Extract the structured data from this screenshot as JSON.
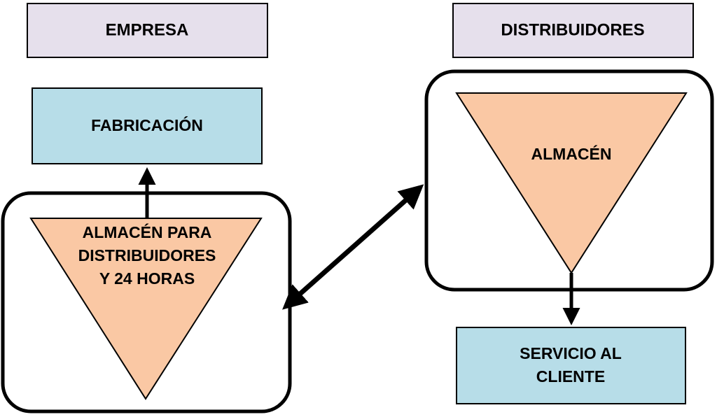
{
  "colors": {
    "header_fill": "#E6E0EC",
    "process_fill": "#B7DDE8",
    "storage_fill": "#FAC8A4",
    "stroke": "#000000",
    "background": "#FFFFFF"
  },
  "headers": {
    "empresa": "EMPRESA",
    "distribuidores": "DISTRIBUIDORES"
  },
  "empresa": {
    "fabricacion": "FABRICACIÓN",
    "almacen_lines": [
      "ALMACÉN PARA",
      "DISTRIBUIDORES",
      "Y 24 HORAS"
    ]
  },
  "distribuidores": {
    "almacen": "ALMACÉN",
    "servicio_lines": [
      "SERVICIO AL",
      "CLIENTE"
    ]
  }
}
